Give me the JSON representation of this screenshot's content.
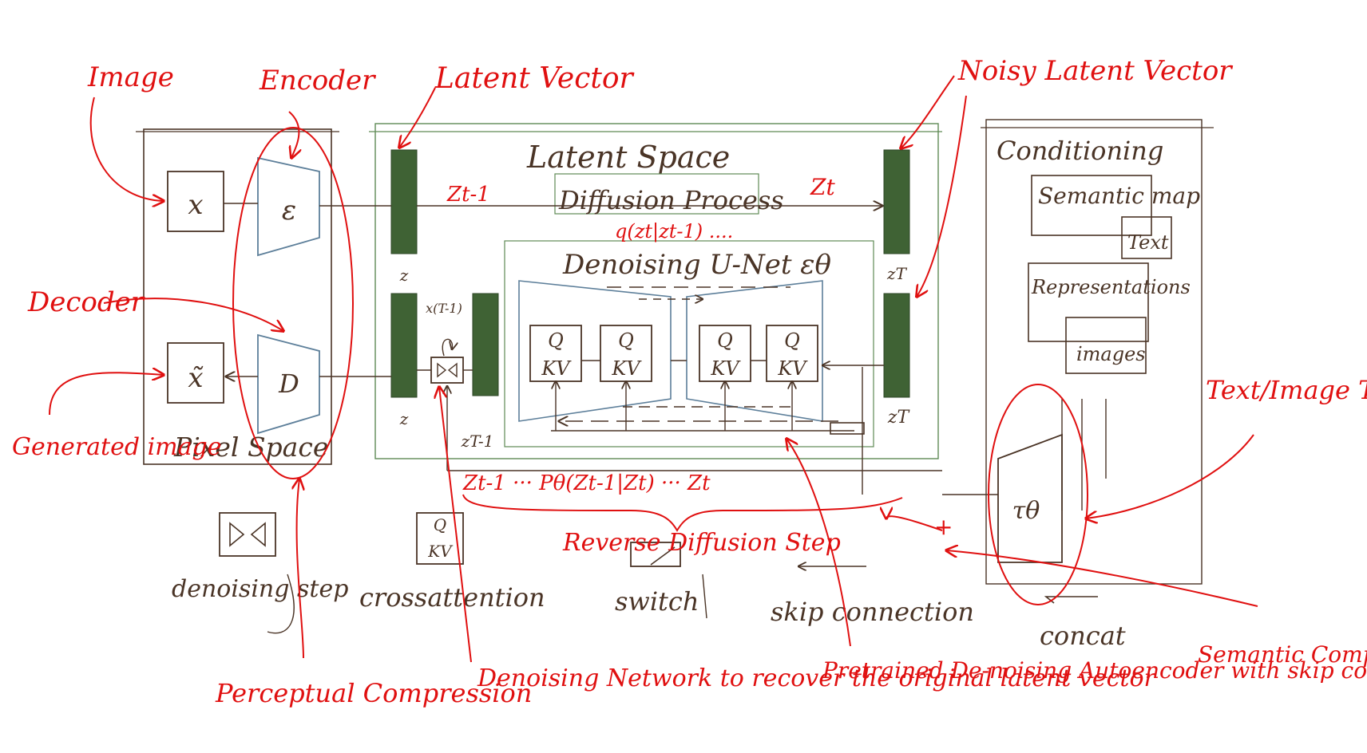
{
  "colors": {
    "ink": "#4a3426",
    "annotation": "#e01010",
    "guide": "#5f8a55",
    "latent_bar": "#3f6234",
    "block_edge": "#5d7f9a"
  },
  "annotations": {
    "image": "Image",
    "encoder": "Encoder",
    "latent_vector": "Latent Vector",
    "noisy_latent_vector": "Noisy Latent Vector",
    "decoder": "Decoder",
    "generated_image": "Generated image",
    "text_image_transformer": "Text/Image Transformer",
    "reverse_diffusion_step": "Reverse Diffusion Step",
    "perceptual_compression": "Perceptual Compression",
    "denoising_network": "Denoising Network to recover the original latent vector",
    "pretrained_denoising": "Pretrained De-noising Autoencoder with skip connection for attention",
    "semantic_compression": "Semantic Compression",
    "z_t_minus_1": "Zt-1",
    "z_t": "Zt",
    "q_formula": "q(zt|zt-1) ....",
    "reverse_formula": "Zt-1 ··· Pθ(Zt-1|Zt) ··· Zt"
  },
  "diagram": {
    "pixel_space": "Pixel Space",
    "latent_space": "Latent Space",
    "diffusion_process": "Diffusion Process",
    "denoising_unet": "Denoising U-Net εθ",
    "conditioning": "Conditioning",
    "x": "x",
    "x_tilde": "x̃",
    "encoder_symbol": "ε",
    "decoder_symbol": "D",
    "z": "z",
    "z_T": "zT",
    "z_T_minus_1": "zT-1",
    "x_T_minus_1": "x(T-1)",
    "q": "Q",
    "kv": "KV",
    "semantic_map": "Semantic map",
    "text": "Text",
    "representations": "Representations",
    "images": "images",
    "tau_theta": "τθ"
  },
  "legend": {
    "denoising_step": "denoising step",
    "crossattention": "crossattention",
    "switch": "switch",
    "skip_connection": "skip connection",
    "concat": "concat"
  }
}
